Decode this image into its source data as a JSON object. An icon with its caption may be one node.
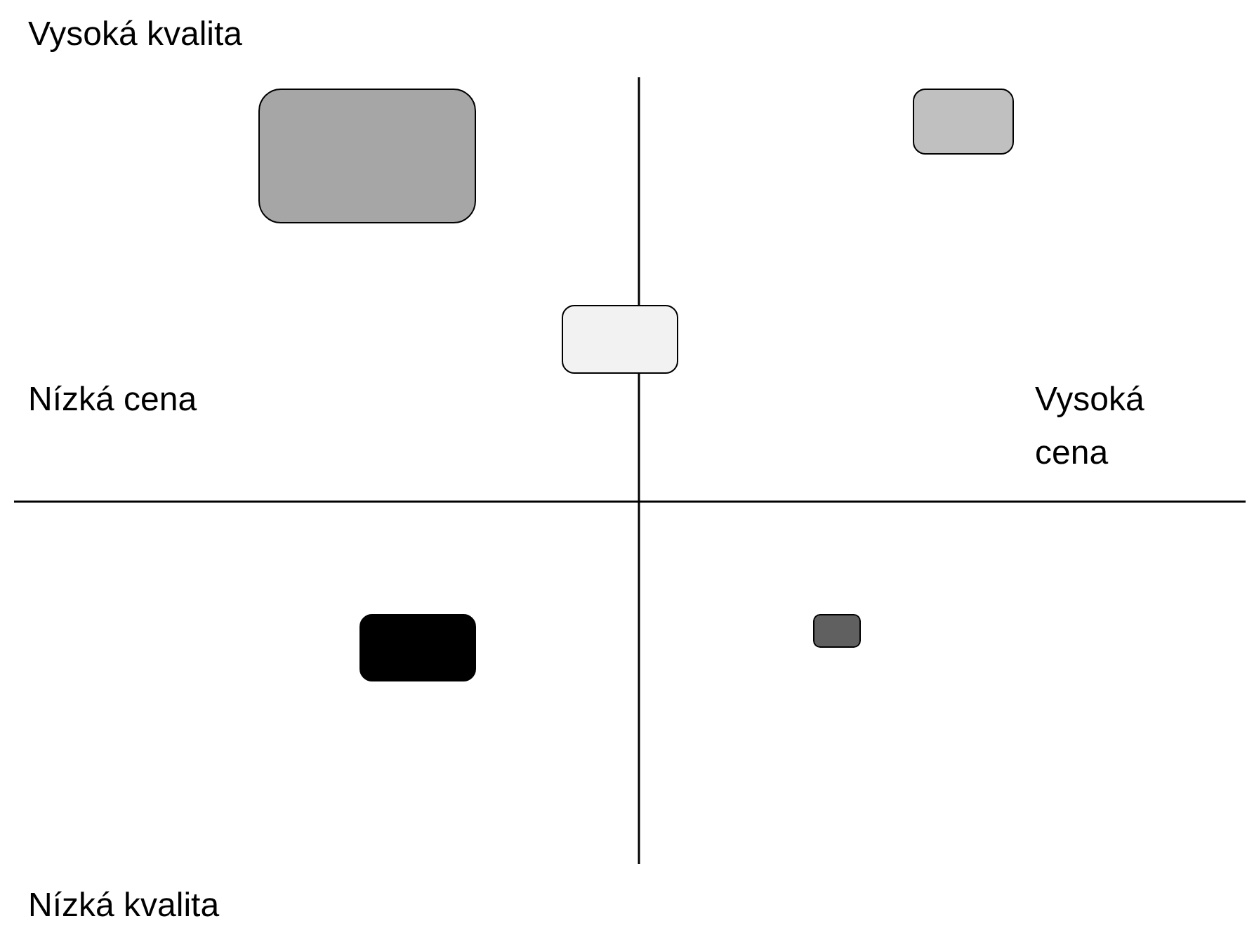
{
  "diagram": {
    "nodes": [
      {
        "text": [],
        "shape": "box"
      },
      {
        "text": [],
        "shape": "box"
      },
      {
        "text": [],
        "shape": "box"
      },
      {
        "text": [],
        "shape": "box"
      },
      {
        "text": [],
        "shape": "box"
      }
    ],
    "edges": [],
    "labels": [
      "Vysoká kvalita",
      "Nízká cena",
      "Vysoká cena",
      "Nízká kvalita"
    ]
  }
}
